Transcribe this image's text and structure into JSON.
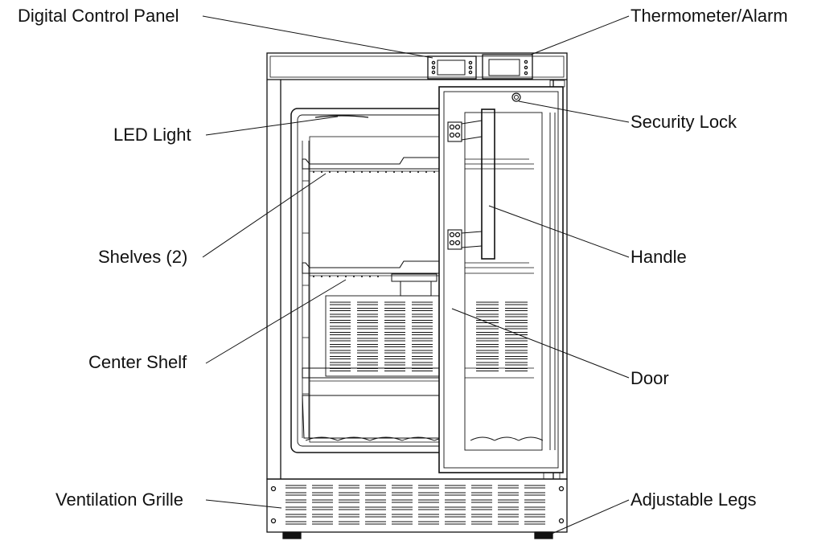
{
  "labels": {
    "digital_control_panel": "Digital Control Panel",
    "thermometer_alarm": "Thermometer/Alarm",
    "led_light": "LED Light",
    "security_lock": "Security Lock",
    "shelves": "Shelves (2)",
    "handle": "Handle",
    "center_shelf": "Center Shelf",
    "door": "Door",
    "ventilation_grille": "Ventilation Grille",
    "adjustable_legs": "Adjustable Legs"
  },
  "colors": {
    "line": "#111111",
    "background": "#ffffff"
  }
}
